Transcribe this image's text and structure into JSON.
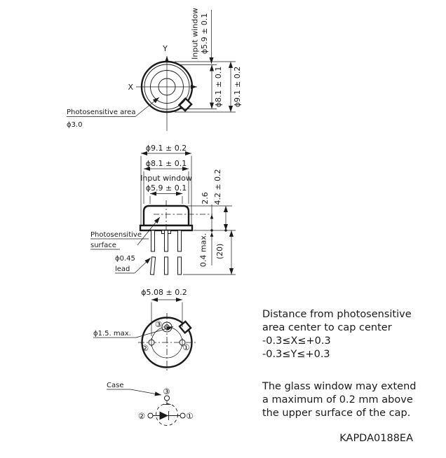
{
  "colors": {
    "ink": "#1a1a1a",
    "paper": "#ffffff"
  },
  "top_view": {
    "x_label": "X",
    "y_label": "Y",
    "window_label": "Input window",
    "window_dim": "ϕ5.9 ± 0.1",
    "cap_dim": "ϕ8.1 ± 0.1",
    "case_dim": "ϕ9.1 ± 0.2",
    "area_label": "Photosensitive area",
    "area_dim": "ϕ3.0"
  },
  "side_view": {
    "case_dim": "ϕ9.1 ± 0.2",
    "cap_dim": "ϕ8.1 ± 0.1",
    "window_label": "Input window",
    "window_dim": "ϕ5.9 ± 0.1",
    "surface_depth_dim": "2.6",
    "cap_height_dim": "4.2 ± 0.2",
    "surface_label_1": "Photosensitive",
    "surface_label_2": "surface",
    "lead_dim": "ϕ0.45",
    "lead_word": "lead",
    "standoff_dim": "0.4 max.",
    "lead_length_dim": "(20)"
  },
  "bottom_view": {
    "pitch_dim": "ϕ5.08 ± 0.2",
    "hole_dim": "ϕ1.5. max.",
    "pin1": "①",
    "pin2": "②",
    "pin3": "③"
  },
  "schematic": {
    "case_label": "Case",
    "pin1": "①",
    "pin2": "②",
    "pin3": "③"
  },
  "notes": {
    "tolerance_note": [
      "Distance from photosensitive",
      "area center to cap center",
      "-0.3≤X≤+0.3",
      "-0.3≤Y≤+0.3"
    ],
    "window_note": [
      "The glass window may extend",
      "a maximum of 0.2 mm above",
      "the upper surface of the cap."
    ],
    "doc_number": "KAPDA0188EA"
  }
}
